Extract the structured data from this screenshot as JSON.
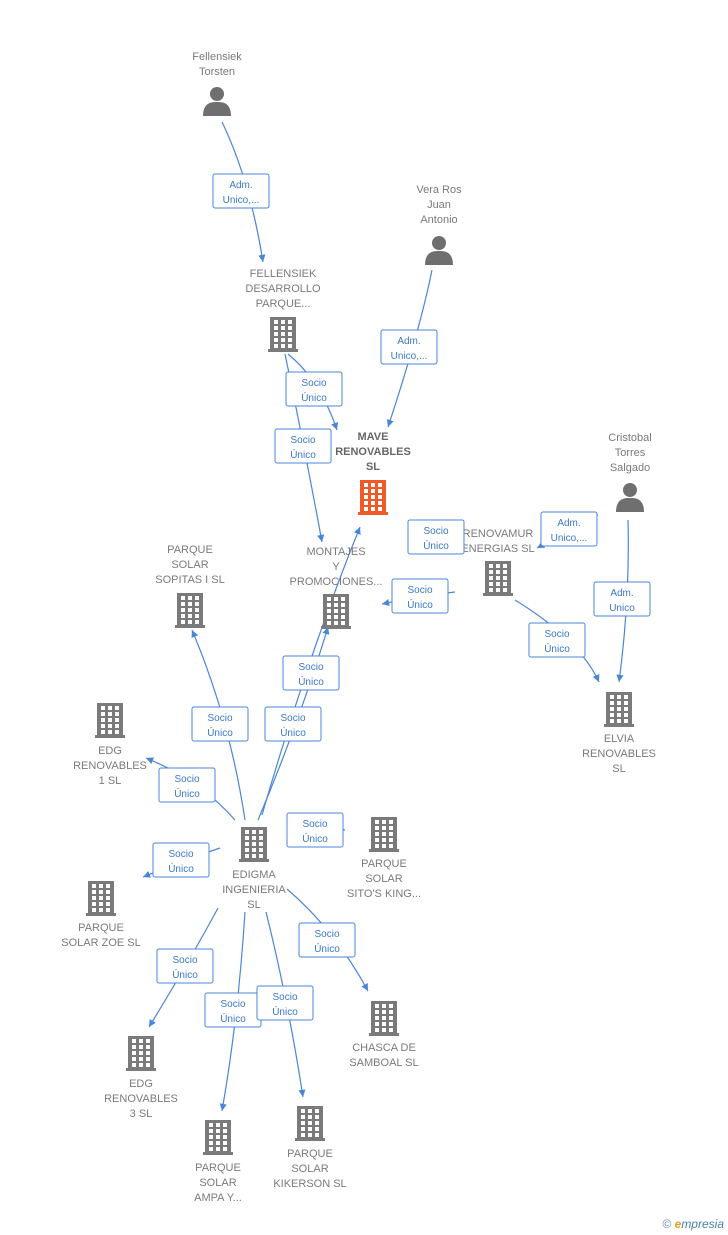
{
  "nodes": [
    {
      "id": "fellensiek_torsten",
      "type": "person",
      "label": [
        "Fellensiek",
        "Torsten"
      ]
    },
    {
      "id": "vera_ros",
      "type": "person",
      "label": [
        "Vera Ros",
        "Juan",
        "Antonio"
      ]
    },
    {
      "id": "cristobal",
      "type": "person",
      "label": [
        "Cristobal",
        "Torres",
        "Salgado"
      ]
    },
    {
      "id": "fellensiek_desarrollo",
      "type": "company",
      "label": [
        "FELLENSIEK",
        "DESARROLLO",
        "PARQUE..."
      ]
    },
    {
      "id": "mave",
      "type": "company-main",
      "label": [
        "MAVE",
        "RENOVABLES",
        "SL"
      ]
    },
    {
      "id": "montajes",
      "type": "company",
      "label": [
        "MONTAJES",
        "Y",
        "PROMOCIONES..."
      ]
    },
    {
      "id": "renovamur",
      "type": "company",
      "label": [
        "RENOVAMUR",
        "ENERGIAS SL"
      ]
    },
    {
      "id": "elvia",
      "type": "company",
      "label": [
        "ELVIA",
        "RENOVABLES",
        "SL"
      ]
    },
    {
      "id": "sopitas",
      "type": "company",
      "label": [
        "PARQUE",
        "SOLAR",
        "SOPITAS I SL"
      ]
    },
    {
      "id": "edg1",
      "type": "company",
      "label": [
        "EDG",
        "RENOVABLES",
        "1 SL"
      ]
    },
    {
      "id": "edigma",
      "type": "company",
      "label": [
        "EDIGMA",
        "INGENIERIA",
        "SL"
      ]
    },
    {
      "id": "sitos",
      "type": "company",
      "label": [
        "PARQUE",
        "SOLAR",
        "SITO'S KING..."
      ]
    },
    {
      "id": "zoe",
      "type": "company",
      "label": [
        "PARQUE",
        "SOLAR ZOE SL"
      ]
    },
    {
      "id": "edg3",
      "type": "company",
      "label": [
        "EDG",
        "RENOVABLES",
        "3 SL"
      ]
    },
    {
      "id": "ampa",
      "type": "company",
      "label": [
        "PARQUE",
        "SOLAR",
        "AMPA Y..."
      ]
    },
    {
      "id": "kikerson",
      "type": "company",
      "label": [
        "PARQUE",
        "SOLAR",
        "KIKERSON SL"
      ]
    },
    {
      "id": "chasca",
      "type": "company",
      "label": [
        "CHASCA DE",
        "SAMBOAL SL"
      ]
    }
  ],
  "edges": [
    {
      "from": "fellensiek_torsten",
      "to": "fellensiek_desarrollo",
      "label": [
        "Adm.",
        "Unico,..."
      ]
    },
    {
      "from": "vera_ros",
      "to": "mave",
      "label": [
        "Adm.",
        "Unico,..."
      ]
    },
    {
      "from": "fellensiek_desarrollo",
      "to": "mave",
      "label": [
        "Socio",
        "Único"
      ]
    },
    {
      "from": "fellensiek_desarrollo",
      "to": "montajes",
      "label": [
        "Socio",
        "Único"
      ]
    },
    {
      "from": "cristobal",
      "to": "renovamur",
      "label": [
        "Adm.",
        "Unico,..."
      ]
    },
    {
      "from": "cristobal",
      "to": "elvia",
      "label": [
        "Adm.",
        "Unico"
      ]
    },
    {
      "from": "renovamur",
      "to": "renovamur",
      "label": [
        "Socio",
        "Único"
      ]
    },
    {
      "from": "renovamur",
      "to": "montajes",
      "label": [
        "Socio",
        "Único"
      ]
    },
    {
      "from": "renovamur",
      "to": "elvia",
      "label": [
        "Socio",
        "Único"
      ]
    },
    {
      "from": "edigma",
      "to": "mave",
      "label": [
        "Socio",
        "Único"
      ]
    },
    {
      "from": "edigma",
      "to": "montajes",
      "label": [
        "Socio",
        "Único"
      ]
    },
    {
      "from": "edigma",
      "to": "sopitas",
      "label": [
        "Socio",
        "Único"
      ]
    },
    {
      "from": "edigma",
      "to": "edg1",
      "label": [
        "Socio",
        "Único"
      ]
    },
    {
      "from": "edigma",
      "to": "sitos",
      "label": [
        "Socio",
        "Único"
      ]
    },
    {
      "from": "edigma",
      "to": "zoe",
      "label": [
        "Socio",
        "Único"
      ]
    },
    {
      "from": "edigma",
      "to": "edg3",
      "label": [
        "Socio",
        "Único"
      ]
    },
    {
      "from": "edigma",
      "to": "ampa",
      "label": [
        "Socio",
        "Único"
      ]
    },
    {
      "from": "edigma",
      "to": "kikerson",
      "label": [
        "Socio",
        "Único"
      ]
    },
    {
      "from": "edigma",
      "to": "chasca",
      "label": [
        "Socio",
        "Único"
      ]
    }
  ],
  "footer": {
    "copyright": "©",
    "brand_initial": "e",
    "brand_rest": "mpresia"
  },
  "colors": {
    "edge": "#4a86d8",
    "company": "#7a7a7a",
    "main_company": "#f05a28",
    "person": "#6f6f6f"
  }
}
